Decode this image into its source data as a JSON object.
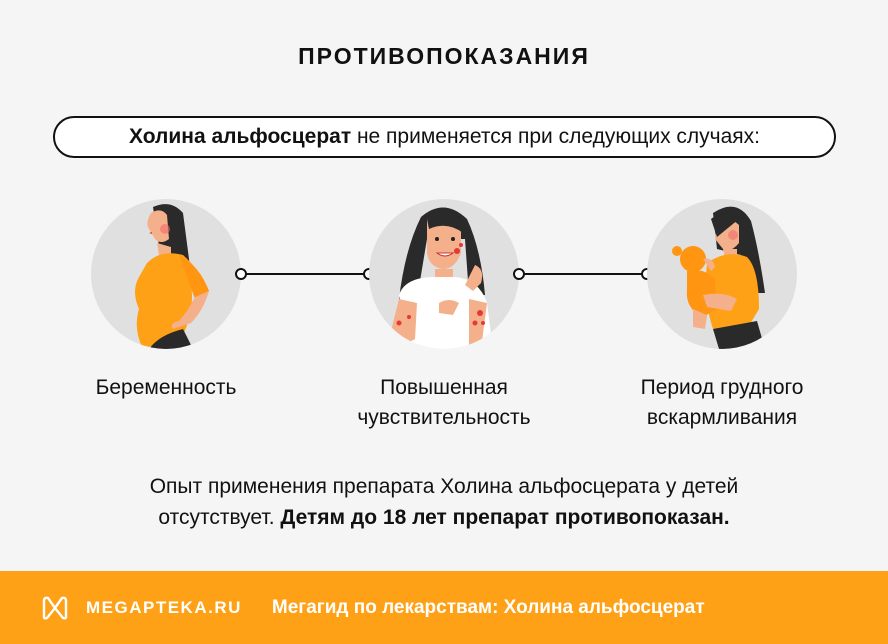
{
  "header": {
    "title": "ПРОТИВОПОКАЗАНИЯ"
  },
  "intro": {
    "drug_name": "Холина альфосцерат",
    "text": " не применяется при следующих случаях:"
  },
  "contraindications": [
    {
      "icon": "pregnant-woman-illustration",
      "label_line1": "Беременность",
      "label_line2": ""
    },
    {
      "icon": "allergic-woman-illustration",
      "label_line1": "Повышенная",
      "label_line2": "чувствительность"
    },
    {
      "icon": "breastfeeding-mother-illustration",
      "label_line1": "Период грудного",
      "label_line2": "вскармливания"
    }
  ],
  "note": {
    "line1": "Опыт применения препарата Холина альфосцерата у детей",
    "line2_regular": "отсутствует. ",
    "line2_bold": "Детям до 18 лет препарат противопоказан."
  },
  "footer": {
    "brand": "MEGAPTEKA.RU",
    "tagline": "Мегагид по лекарствам: Холина альфосцерат",
    "background_color": "#ffa116"
  },
  "colors": {
    "accent_orange": "#ffa116",
    "circle_bg": "#e0e0e0",
    "page_bg": "#f5f5f5"
  }
}
